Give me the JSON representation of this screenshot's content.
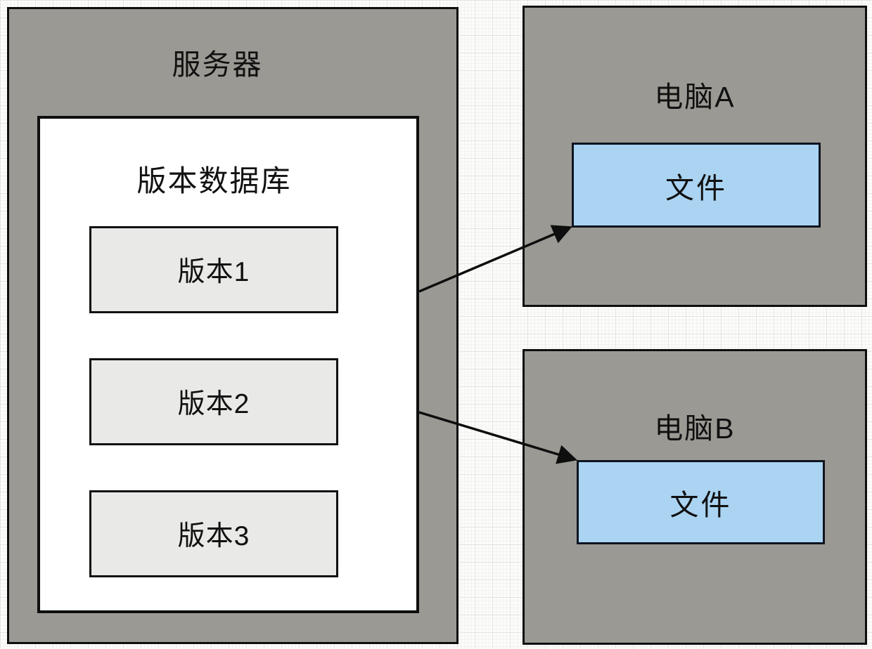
{
  "diagram": {
    "server": {
      "title": "服务器",
      "database": {
        "title": "版本数据库",
        "versions": [
          {
            "label": "版本1"
          },
          {
            "label": "版本2"
          },
          {
            "label": "版本3"
          }
        ]
      }
    },
    "computers": [
      {
        "title": "电脑A",
        "file_label": "文件"
      },
      {
        "title": "电脑B",
        "file_label": "文件"
      }
    ],
    "arrows": [
      {
        "name": "server-to-computer-a",
        "from": "版本数据库",
        "to": "电脑A 文件"
      },
      {
        "name": "server-to-computer-b",
        "from": "版本数据库",
        "to": "电脑B 文件"
      }
    ],
    "colors": {
      "container_gray": "#9b9993",
      "version_fill": "#e9e9e7",
      "file_blue": "#aad4f2",
      "database_fill": "#ffffff",
      "border": "#0e0e0e",
      "background": "#fcfcfb"
    }
  }
}
